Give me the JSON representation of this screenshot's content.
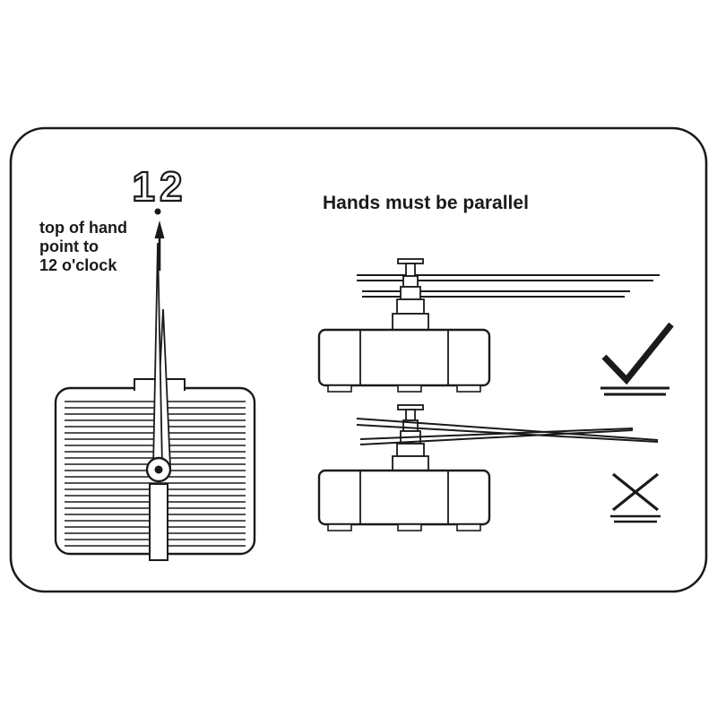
{
  "colors": {
    "ink": "#1a1a1a",
    "paper": "#ffffff"
  },
  "left_panel": {
    "numeral": "12",
    "instruction": {
      "line1": "top of hand",
      "line2": "point to",
      "line3": "12 o'clock"
    }
  },
  "right_panel": {
    "heading": "Hands must be parallel"
  },
  "icons": {
    "up_arrow": "↑",
    "checkmark": "✓",
    "cross": "✕"
  }
}
